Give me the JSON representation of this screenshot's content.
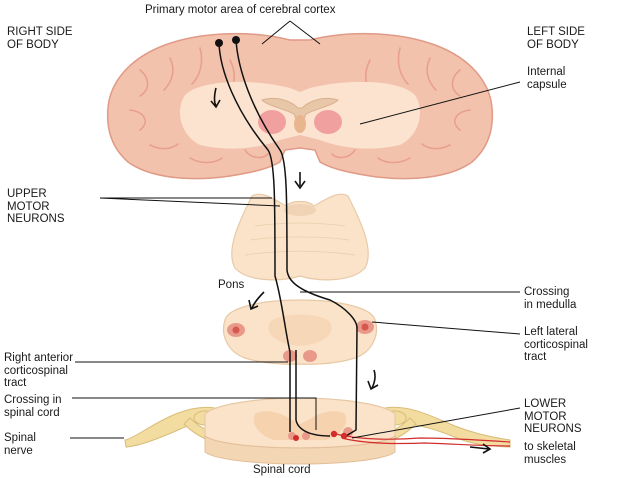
{
  "labels": {
    "title": "Primary motor area of cerebral cortex",
    "right_side": "RIGHT SIDE\nOF BODY",
    "left_side": "LEFT SIDE\nOF BODY",
    "internal_capsule": "Internal\ncapsule",
    "upper_motor_neurons": "UPPER\nMOTOR\nNEURONS",
    "pons": "Pons",
    "crossing_medulla": "Crossing\nin medulla",
    "left_lateral_tract": "Left lateral\ncorticospinal\ntract",
    "right_anterior_tract": "Right anterior\ncorticospinal\ntract",
    "crossing_spinal_cord": "Crossing in\nspinal cord",
    "lower_motor_neurons": "LOWER\nMOTOR\nNEURONS",
    "spinal_nerve": "Spinal\nnerve",
    "to_skeletal_muscles": "to skeletal\nmuscles",
    "spinal_cord": "Spinal cord"
  },
  "colors": {
    "brain_fill": "#f2c2ad",
    "brain_outline": "#e09a86",
    "white_matter": "#fbe3cf",
    "tract_fill": "#f1a0a0",
    "section_fill": "#fae3c9",
    "nerve_fill": "#f2dca0",
    "pathway_line": "#111111",
    "motor_red": "#d22c2c"
  }
}
